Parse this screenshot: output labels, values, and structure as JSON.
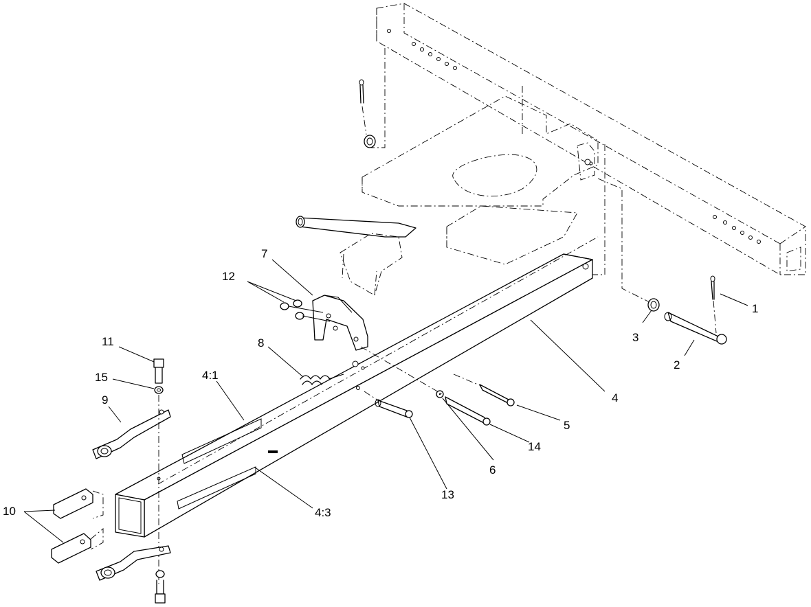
{
  "callouts": {
    "c1": "1",
    "c2": "2",
    "c3": "3",
    "c4": "4",
    "c5": "5",
    "c6": "6",
    "c7": "7",
    "c8": "8",
    "c9": "9",
    "c10": "10",
    "c11": "11",
    "c12": "12",
    "c13": "13",
    "c14": "14",
    "c15": "15",
    "c4_1": "4:1",
    "c4_3": "4:3"
  }
}
